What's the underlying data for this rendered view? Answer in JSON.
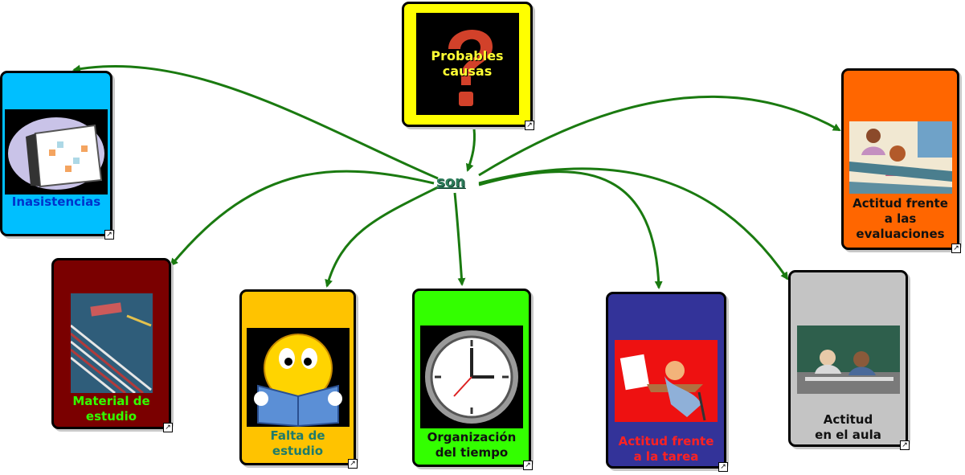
{
  "center": {
    "label": "Probables causas",
    "link_word": "son"
  },
  "nodes": [
    {
      "id": "inasistencias",
      "label": "Inasistencias",
      "color": "#00bfff",
      "text_color": "#0033cc"
    },
    {
      "id": "material",
      "label": "Material de estudio",
      "color": "#7a0000",
      "text_color": "#33ff00"
    },
    {
      "id": "falta",
      "label": "Falta de estudio",
      "color": "#ffc300",
      "text_color": "#1e7b6b"
    },
    {
      "id": "organizacion",
      "label": "Organización del tiempo",
      "color": "#33ff00",
      "text_color": "#111111"
    },
    {
      "id": "tarea",
      "label": "Actitud frente a la tarea",
      "color": "#333399",
      "text_color": "#ff2222"
    },
    {
      "id": "aula",
      "label": "Actitud en el aula",
      "color": "#c4c4c4",
      "text_color": "#111111"
    },
    {
      "id": "evaluaciones",
      "label": "Actitud frente a las evaluaciones",
      "color": "#ff6600",
      "text_color": "#111111"
    }
  ],
  "icons": {
    "link": "external-link-icon"
  },
  "colors": {
    "arrow": "#1a7a10",
    "center_bg": "#ffff00",
    "center_text": "#ffff33"
  }
}
